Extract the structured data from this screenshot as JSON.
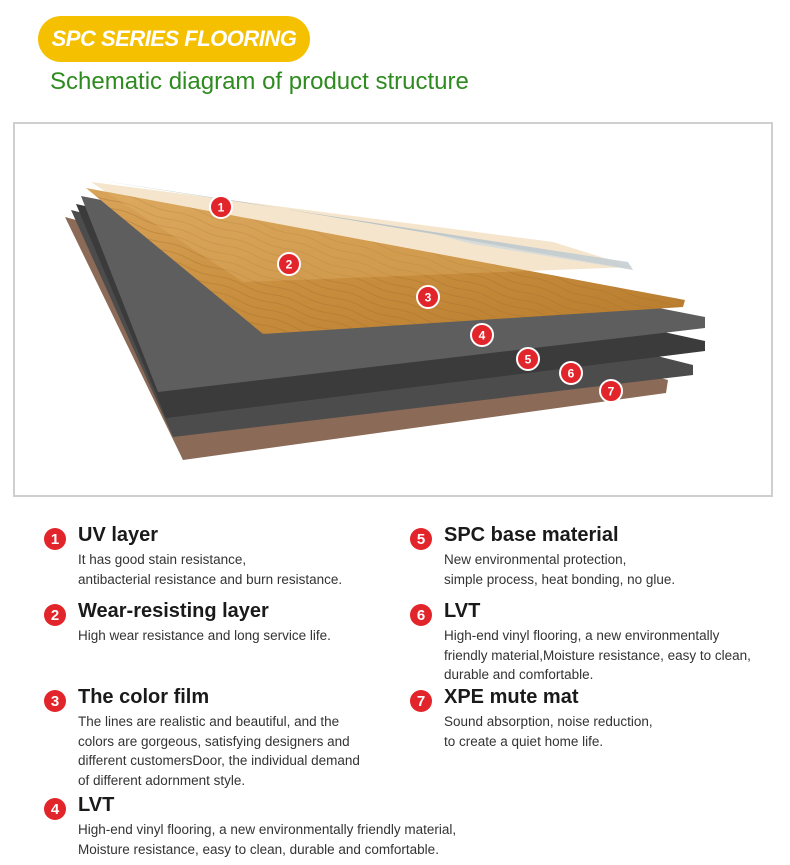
{
  "header": {
    "badge_label": "SPC SERIES FLOORING",
    "subtitle": "Schematic diagram of product structure"
  },
  "colors": {
    "badge": "#f5c000",
    "subtitle": "#2e8b1f",
    "marker": "#e2252b",
    "uv_layer": "#a9b7bf",
    "wood_layer": "#c98f3f",
    "grey_layer": "#5a5a5a",
    "dark_layer": "#3e3e3e",
    "mute_mat": "#8a6a58"
  },
  "diagram": {
    "markers": [
      "1",
      "2",
      "3",
      "4",
      "5",
      "6",
      "7"
    ]
  },
  "layers": [
    {
      "number": "1",
      "title": "UV layer",
      "lines": [
        "It has good stain resistance,",
        "antibacterial resistance and burn resistance."
      ]
    },
    {
      "number": "2",
      "title": "Wear-resisting layer",
      "lines": [
        "High wear resistance and long service life."
      ]
    },
    {
      "number": "3",
      "title": "The color film",
      "lines": [
        "The lines are realistic and beautiful, and the",
        "colors are gorgeous, satisfying designers and",
        "different customersDoor, the individual demand",
        "of different adornment style."
      ]
    },
    {
      "number": "4",
      "title": "LVT",
      "lines": [
        "High-end vinyl flooring, a new environmentally friendly material,",
        "Moisture resistance, easy to clean, durable and comfortable."
      ]
    },
    {
      "number": "5",
      "title": "SPC base material",
      "lines": [
        "New environmental protection,",
        "simple process, heat bonding, no glue."
      ]
    },
    {
      "number": "6",
      "title": "LVT",
      "lines": [
        "High-end vinyl flooring, a new environmentally",
        "friendly material,Moisture resistance, easy to clean,",
        "durable and comfortable."
      ]
    },
    {
      "number": "7",
      "title": "XPE mute mat",
      "lines": [
        "Sound absorption, noise reduction,",
        "to create a quiet home life."
      ]
    }
  ]
}
